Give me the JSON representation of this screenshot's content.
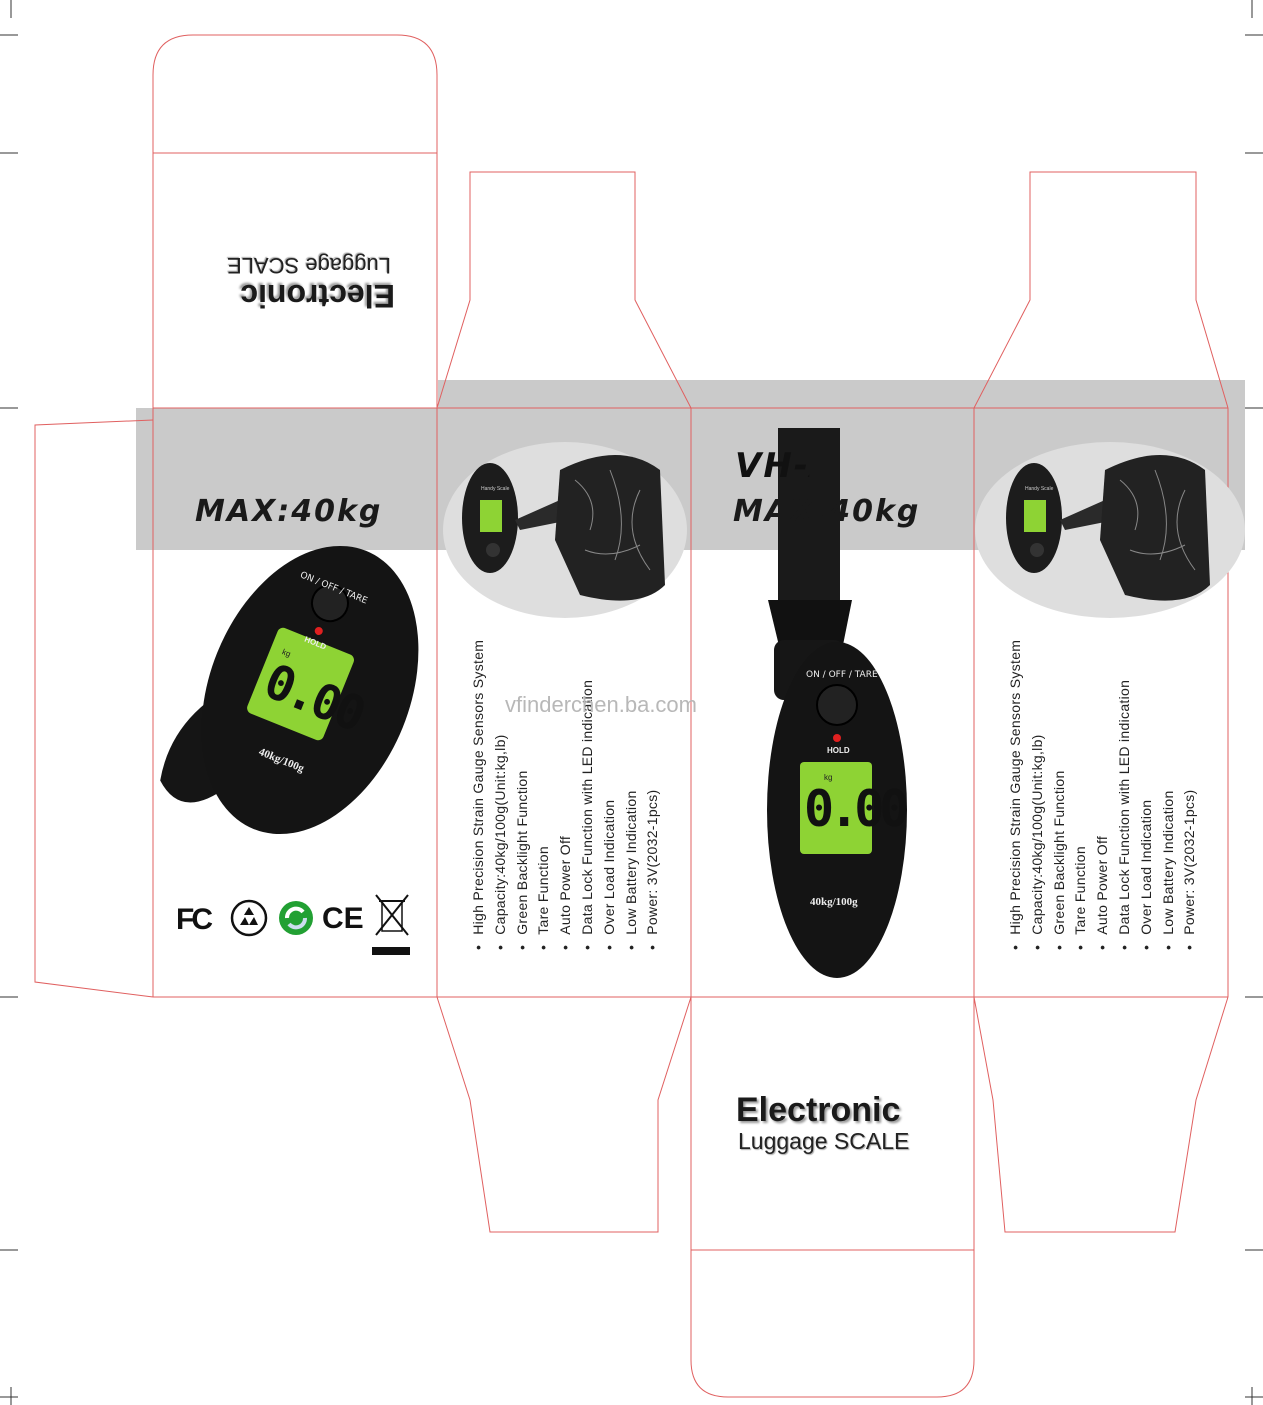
{
  "box": {
    "title_line1": "Electronic",
    "title_line2": "Luggage SCALE",
    "max_label": "MAX:40kg",
    "model_fragment": "VH-A",
    "watermark": "vfinderchen.ba.com"
  },
  "scale": {
    "button_label": "ON / OFF / TARE",
    "hold_label": "HOLD",
    "unit": "kg",
    "display_value": "0.00",
    "capacity_label": "40kg/100g",
    "brand_mark": "Handy Scale",
    "display_color": "#8ed334"
  },
  "features": [
    "High Precision Strain Gauge Sensors System",
    "Capacity:40kg/100g(Unit:kg,lb)",
    "Green Backlight Function",
    "Tare Function",
    "Auto Power Off",
    "Data Lock Function with LED indication",
    "Over Load Indication",
    "Low Battery Indication",
    "Power: 3V(2032-1pcs)"
  ],
  "certifications": {
    "fcc": "FC",
    "ce": "CE",
    "icons": [
      "fcc-icon",
      "recycle-icon",
      "green-dot-icon",
      "ce-icon",
      "weee-bin-icon"
    ]
  },
  "colors": {
    "dieline": "#e06060",
    "band": "#c9c9c9",
    "text": "#1a1a1a"
  }
}
